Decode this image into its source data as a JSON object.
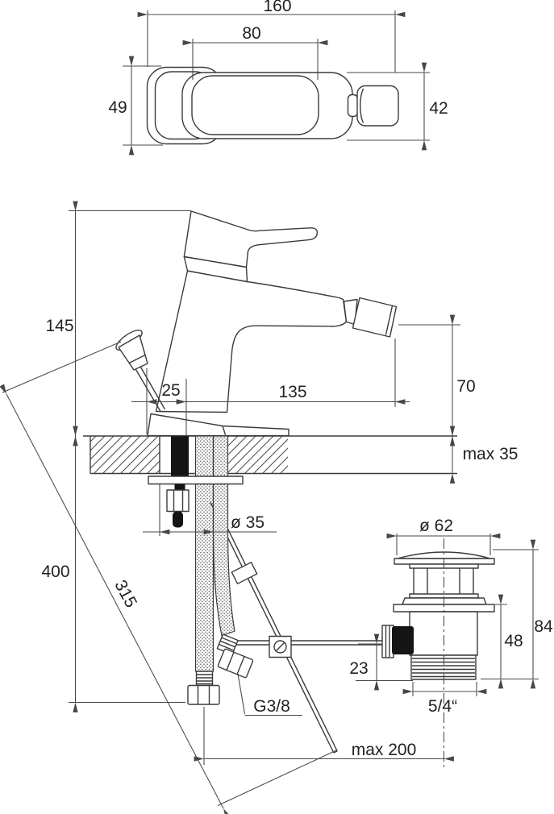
{
  "meta": {
    "description": "Bidet mixer tap installation dimension drawing"
  },
  "colors": {
    "line": "#3b3b3b",
    "dimension": "#474747",
    "text": "#222222",
    "dark_fill": "#141414",
    "background": "#ffffff"
  },
  "top_view": {
    "overall_length": "160",
    "lever_length": "80",
    "left_height": "49",
    "right_height": "42"
  },
  "side_view": {
    "total_height": "145",
    "rod_offset": "25",
    "spout_reach": "135",
    "spout_height": "70",
    "deck_thickness": "max 35",
    "hole_diameter": "ø 35"
  },
  "installation": {
    "clearance_below": "400",
    "rod_length": "315",
    "hose_thread": "G3/8",
    "max_drain_offset": "max 200"
  },
  "drain": {
    "cap_diameter": "ø 62",
    "total_height": "84",
    "body_height": "48",
    "lever_drop": "23",
    "thread_size": "5/4“"
  }
}
